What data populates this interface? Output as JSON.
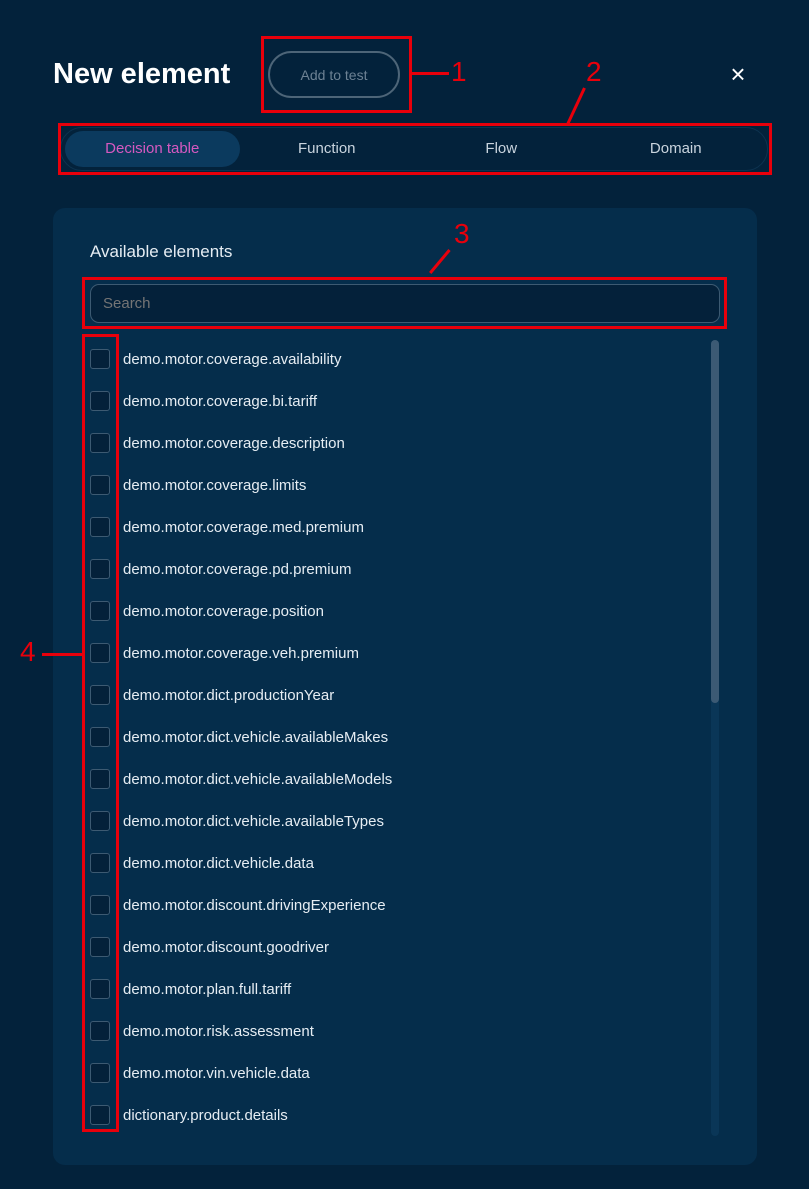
{
  "header": {
    "title": "New element",
    "add_to_test": "Add to test",
    "close_icon": "×"
  },
  "tabs": [
    {
      "label": "Decision table",
      "active": true
    },
    {
      "label": "Function"
    },
    {
      "label": "Flow"
    },
    {
      "label": "Domain"
    }
  ],
  "panel": {
    "title": "Available elements",
    "search_placeholder": "Search",
    "items": [
      "demo.motor.coverage.availability",
      "demo.motor.coverage.bi.tariff",
      "demo.motor.coverage.description",
      "demo.motor.coverage.limits",
      "demo.motor.coverage.med.premium",
      "demo.motor.coverage.pd.premium",
      "demo.motor.coverage.position",
      "demo.motor.coverage.veh.premium",
      "demo.motor.dict.productionYear",
      "demo.motor.dict.vehicle.availableMakes",
      "demo.motor.dict.vehicle.availableModels",
      "demo.motor.dict.vehicle.availableTypes",
      "demo.motor.dict.vehicle.data",
      "demo.motor.discount.drivingExperience",
      "demo.motor.discount.goodriver",
      "demo.motor.plan.full.tariff",
      "demo.motor.risk.assessment",
      "demo.motor.vin.vehicle.data",
      "dictionary.product.details"
    ]
  },
  "annotations": [
    "1",
    "2",
    "3",
    "4"
  ],
  "colors": {
    "accent": "#d659c0",
    "annotation": "#e8000b"
  }
}
